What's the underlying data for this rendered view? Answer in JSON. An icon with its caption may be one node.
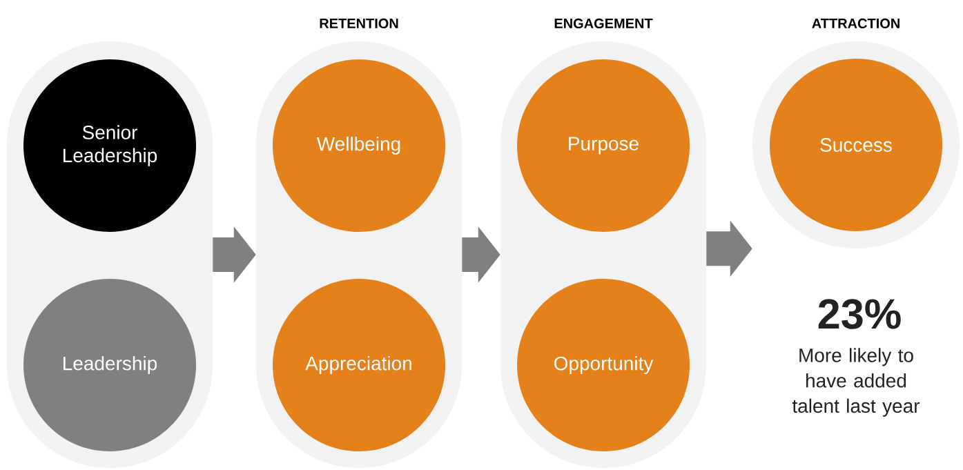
{
  "diagram": {
    "nodes": [
      {
        "text": [],
        "shape": "band"
      },
      {
        "text": [
          "Senior Leadership"
        ],
        "in": 0
      },
      {
        "text": [
          "Leadership"
        ],
        "in": 0
      },
      {
        "text": [
          "RETENTION"
        ]
      },
      {
        "text": [
          "Wellbeing"
        ],
        "in": 3
      },
      {
        "text": [
          "Appreciation"
        ],
        "in": 3
      },
      {
        "text": [
          "ENGAGEMENT"
        ]
      },
      {
        "text": [
          "Purpose"
        ],
        "in": 6
      },
      {
        "text": [
          "Opportunity"
        ],
        "in": 6
      },
      {
        "text": [
          "ATTRACTION"
        ]
      },
      {
        "text": [
          "Success"
        ],
        "in": 9
      }
    ],
    "edges": [
      {
        "from": 0,
        "to": 3,
        "arrow": "to"
      },
      {
        "from": 3,
        "to": 6,
        "arrow": "to"
      },
      {
        "from": 6,
        "to": 9,
        "arrow": "to"
      }
    ],
    "labels": [
      "23%",
      "More likely to have added talent last year"
    ]
  }
}
